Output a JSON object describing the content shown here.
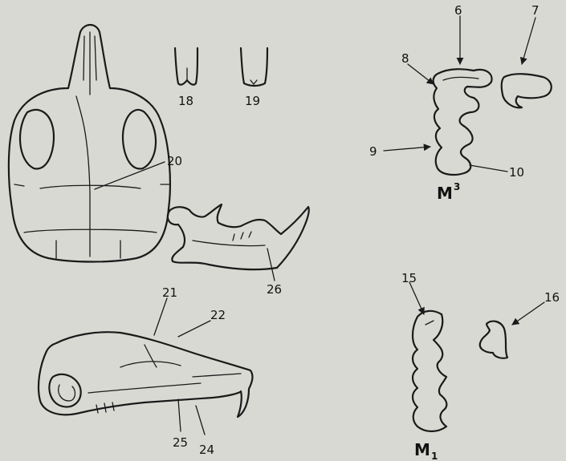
{
  "labels": {
    "l6": "6",
    "l7": "7",
    "l8": "8",
    "l9": "9",
    "l10": "10",
    "l15": "15",
    "l16": "16",
    "l18": "18",
    "l19": "19",
    "l20": "20",
    "l21": "21",
    "l22": "22",
    "l24": "24",
    "l25": "25",
    "l26": "26"
  },
  "tooth_upper": {
    "letter": "M",
    "index": "3"
  },
  "tooth_lower": {
    "letter": "M",
    "index": "1"
  }
}
